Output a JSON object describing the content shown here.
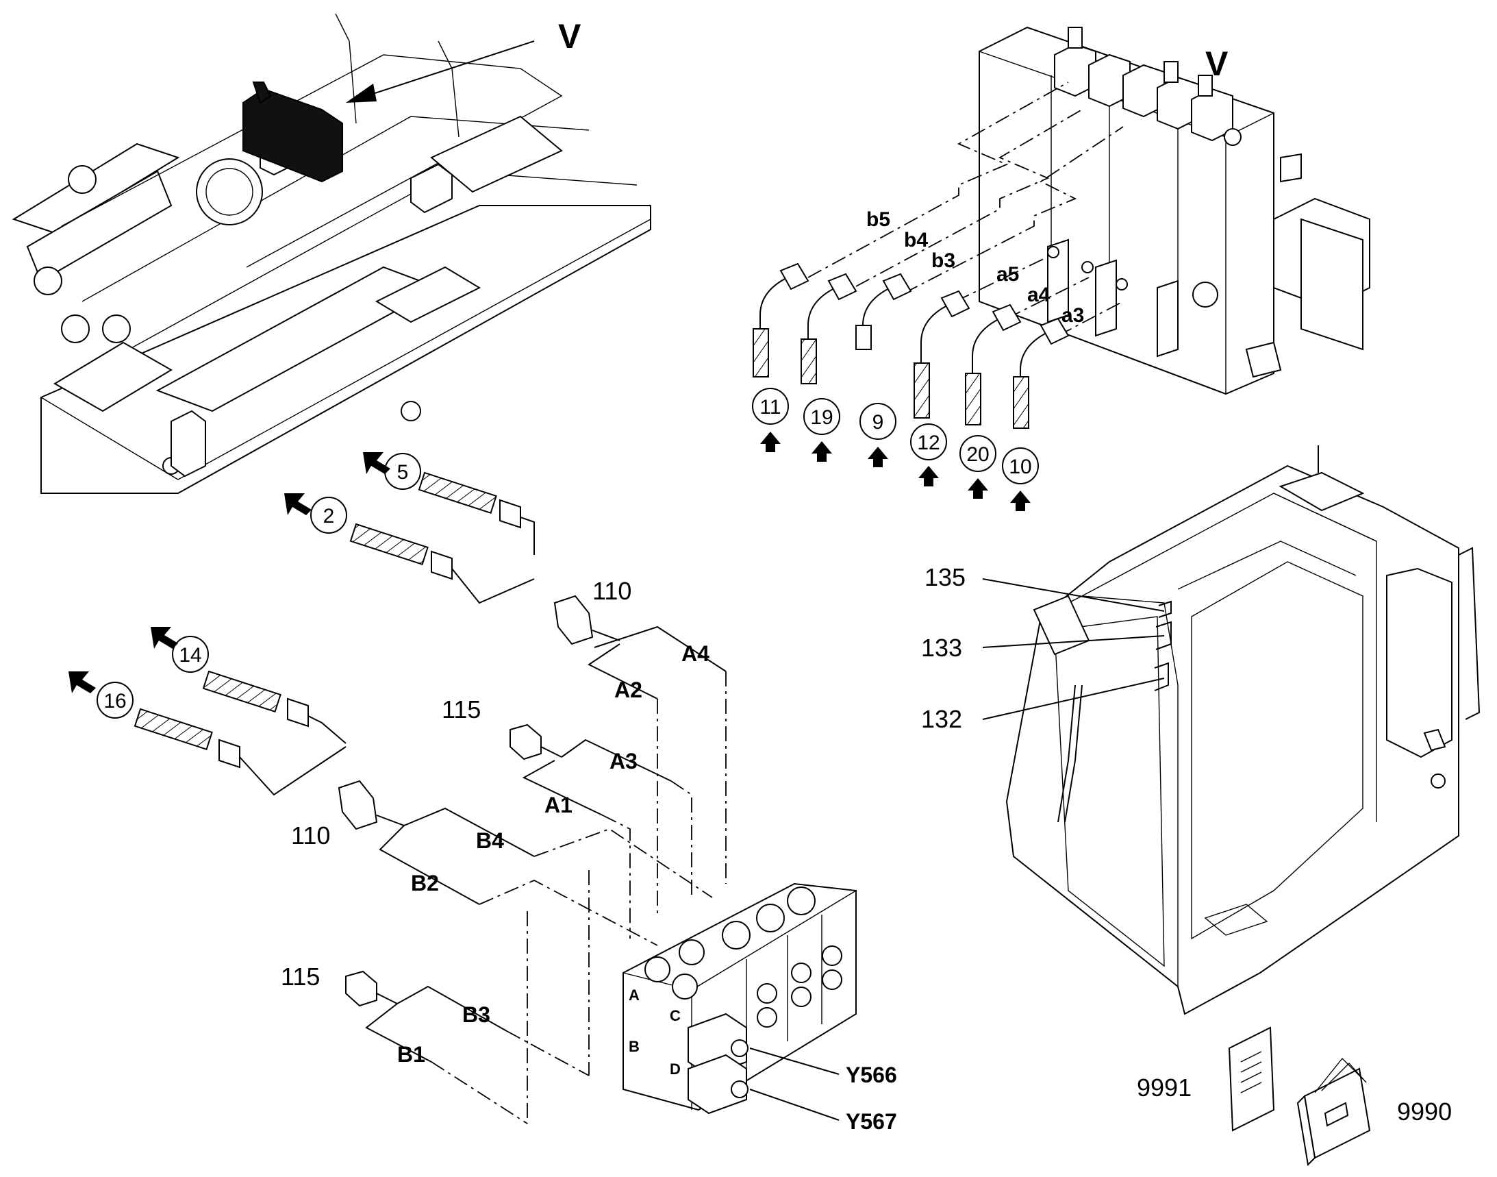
{
  "views": {
    "frame_view_label": "V",
    "valve_view_label": "V"
  },
  "callouts": {
    "valve_hoses": [
      {
        "id": "11"
      },
      {
        "id": "19"
      },
      {
        "id": "9"
      },
      {
        "id": "12"
      },
      {
        "id": "20"
      },
      {
        "id": "10"
      }
    ],
    "valve_ports": [
      {
        "id": "b5"
      },
      {
        "id": "b4"
      },
      {
        "id": "b3"
      },
      {
        "id": "a5"
      },
      {
        "id": "a4"
      },
      {
        "id": "a3"
      }
    ],
    "left_hoses": [
      {
        "id": "5"
      },
      {
        "id": "2"
      },
      {
        "id": "14"
      },
      {
        "id": "16"
      }
    ],
    "fittings": [
      {
        "id": "110"
      },
      {
        "id": "110"
      },
      {
        "id": "115"
      },
      {
        "id": "115"
      }
    ],
    "block_ports": [
      {
        "id": "A4"
      },
      {
        "id": "A2"
      },
      {
        "id": "A3"
      },
      {
        "id": "A1"
      },
      {
        "id": "B4"
      },
      {
        "id": "B2"
      },
      {
        "id": "B3"
      },
      {
        "id": "B1"
      }
    ],
    "block_letters": [
      "A",
      "C",
      "B",
      "D"
    ],
    "solenoids": [
      {
        "id": "Y566"
      },
      {
        "id": "Y567"
      }
    ],
    "cab_decals": [
      {
        "id": "135"
      },
      {
        "id": "133"
      },
      {
        "id": "132"
      }
    ],
    "documents": [
      {
        "id": "9991",
        "icon": "sheet-icon"
      },
      {
        "id": "9990",
        "icon": "manual-icon"
      }
    ]
  }
}
